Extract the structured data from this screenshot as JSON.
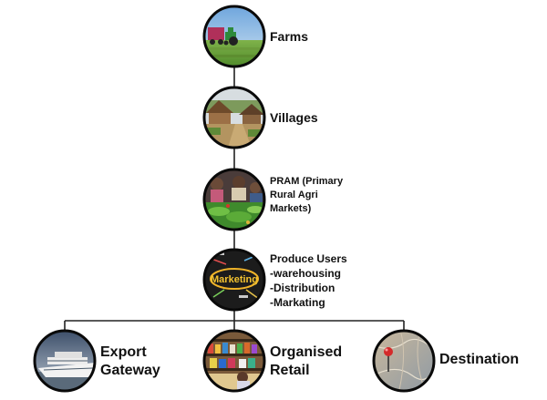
{
  "nodes": {
    "farms": {
      "label": "Farms",
      "icon": "tractor-field-photo"
    },
    "villages": {
      "label": "Villages",
      "icon": "village-huts-photo"
    },
    "pram": {
      "lines": [
        "PRAM (Primary",
        "Rural Agri",
        "Markets)"
      ],
      "icon": "vegetable-market-photo"
    },
    "produce_users": {
      "lines": [
        "Produce Users",
        "-warehousing",
        "-Distribution",
        "-Markating"
      ],
      "icon": "marketing-chalkboard-photo",
      "badge": "Marketing"
    },
    "export_gateway": {
      "lines": [
        "Export",
        "Gateway"
      ],
      "icon": "cruise-ship-photo"
    },
    "organised_retail": {
      "lines": [
        "Organised",
        "Retail"
      ],
      "icon": "retail-store-shelves-photo"
    },
    "destination": {
      "label": "Destination",
      "icon": "map-pin-photo"
    }
  },
  "colors": {
    "connector": "#222222",
    "circle_border": "#0a0a0a",
    "text": "#111111"
  }
}
